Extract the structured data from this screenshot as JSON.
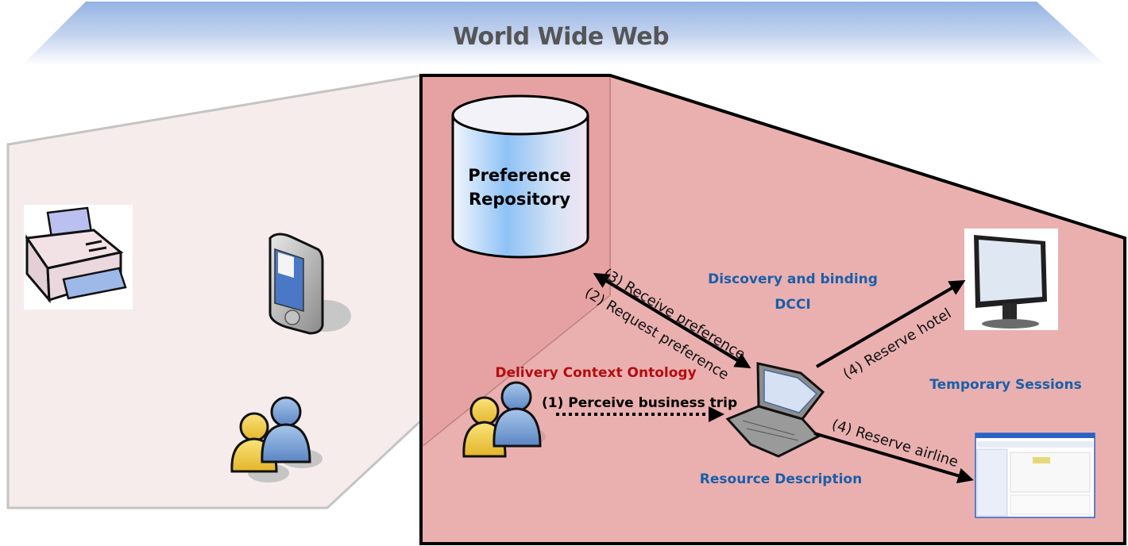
{
  "title": "World Wide Web",
  "repository": {
    "line1": "Preference",
    "line2": "Repository"
  },
  "labels": {
    "discovery": "Discovery and binding",
    "dcci": "DCCI",
    "delivery_context": "Delivery Context Ontology",
    "temporary_sessions": "Temporary Sessions",
    "resource_description": "Resource Description"
  },
  "arrows": {
    "perceive": "(1) Perceive business trip",
    "request": "(2) Request preference",
    "receive": "(3) Receive preference",
    "reserve_hotel": "(4) Reserve hotel",
    "reserve_airline": "(4) Reserve airline"
  },
  "colors": {
    "banner_top": "#94b3e3",
    "banner_bottom": "#ffffff",
    "left_panel_fill": "#f6ecec",
    "left_panel_stroke": "#c4c4c4",
    "right_panel_fill": "#eab0b0",
    "right_panel_inner": "#e6a2a2",
    "blue_label": "#1a5fa8",
    "red_label": "#b40c10"
  }
}
